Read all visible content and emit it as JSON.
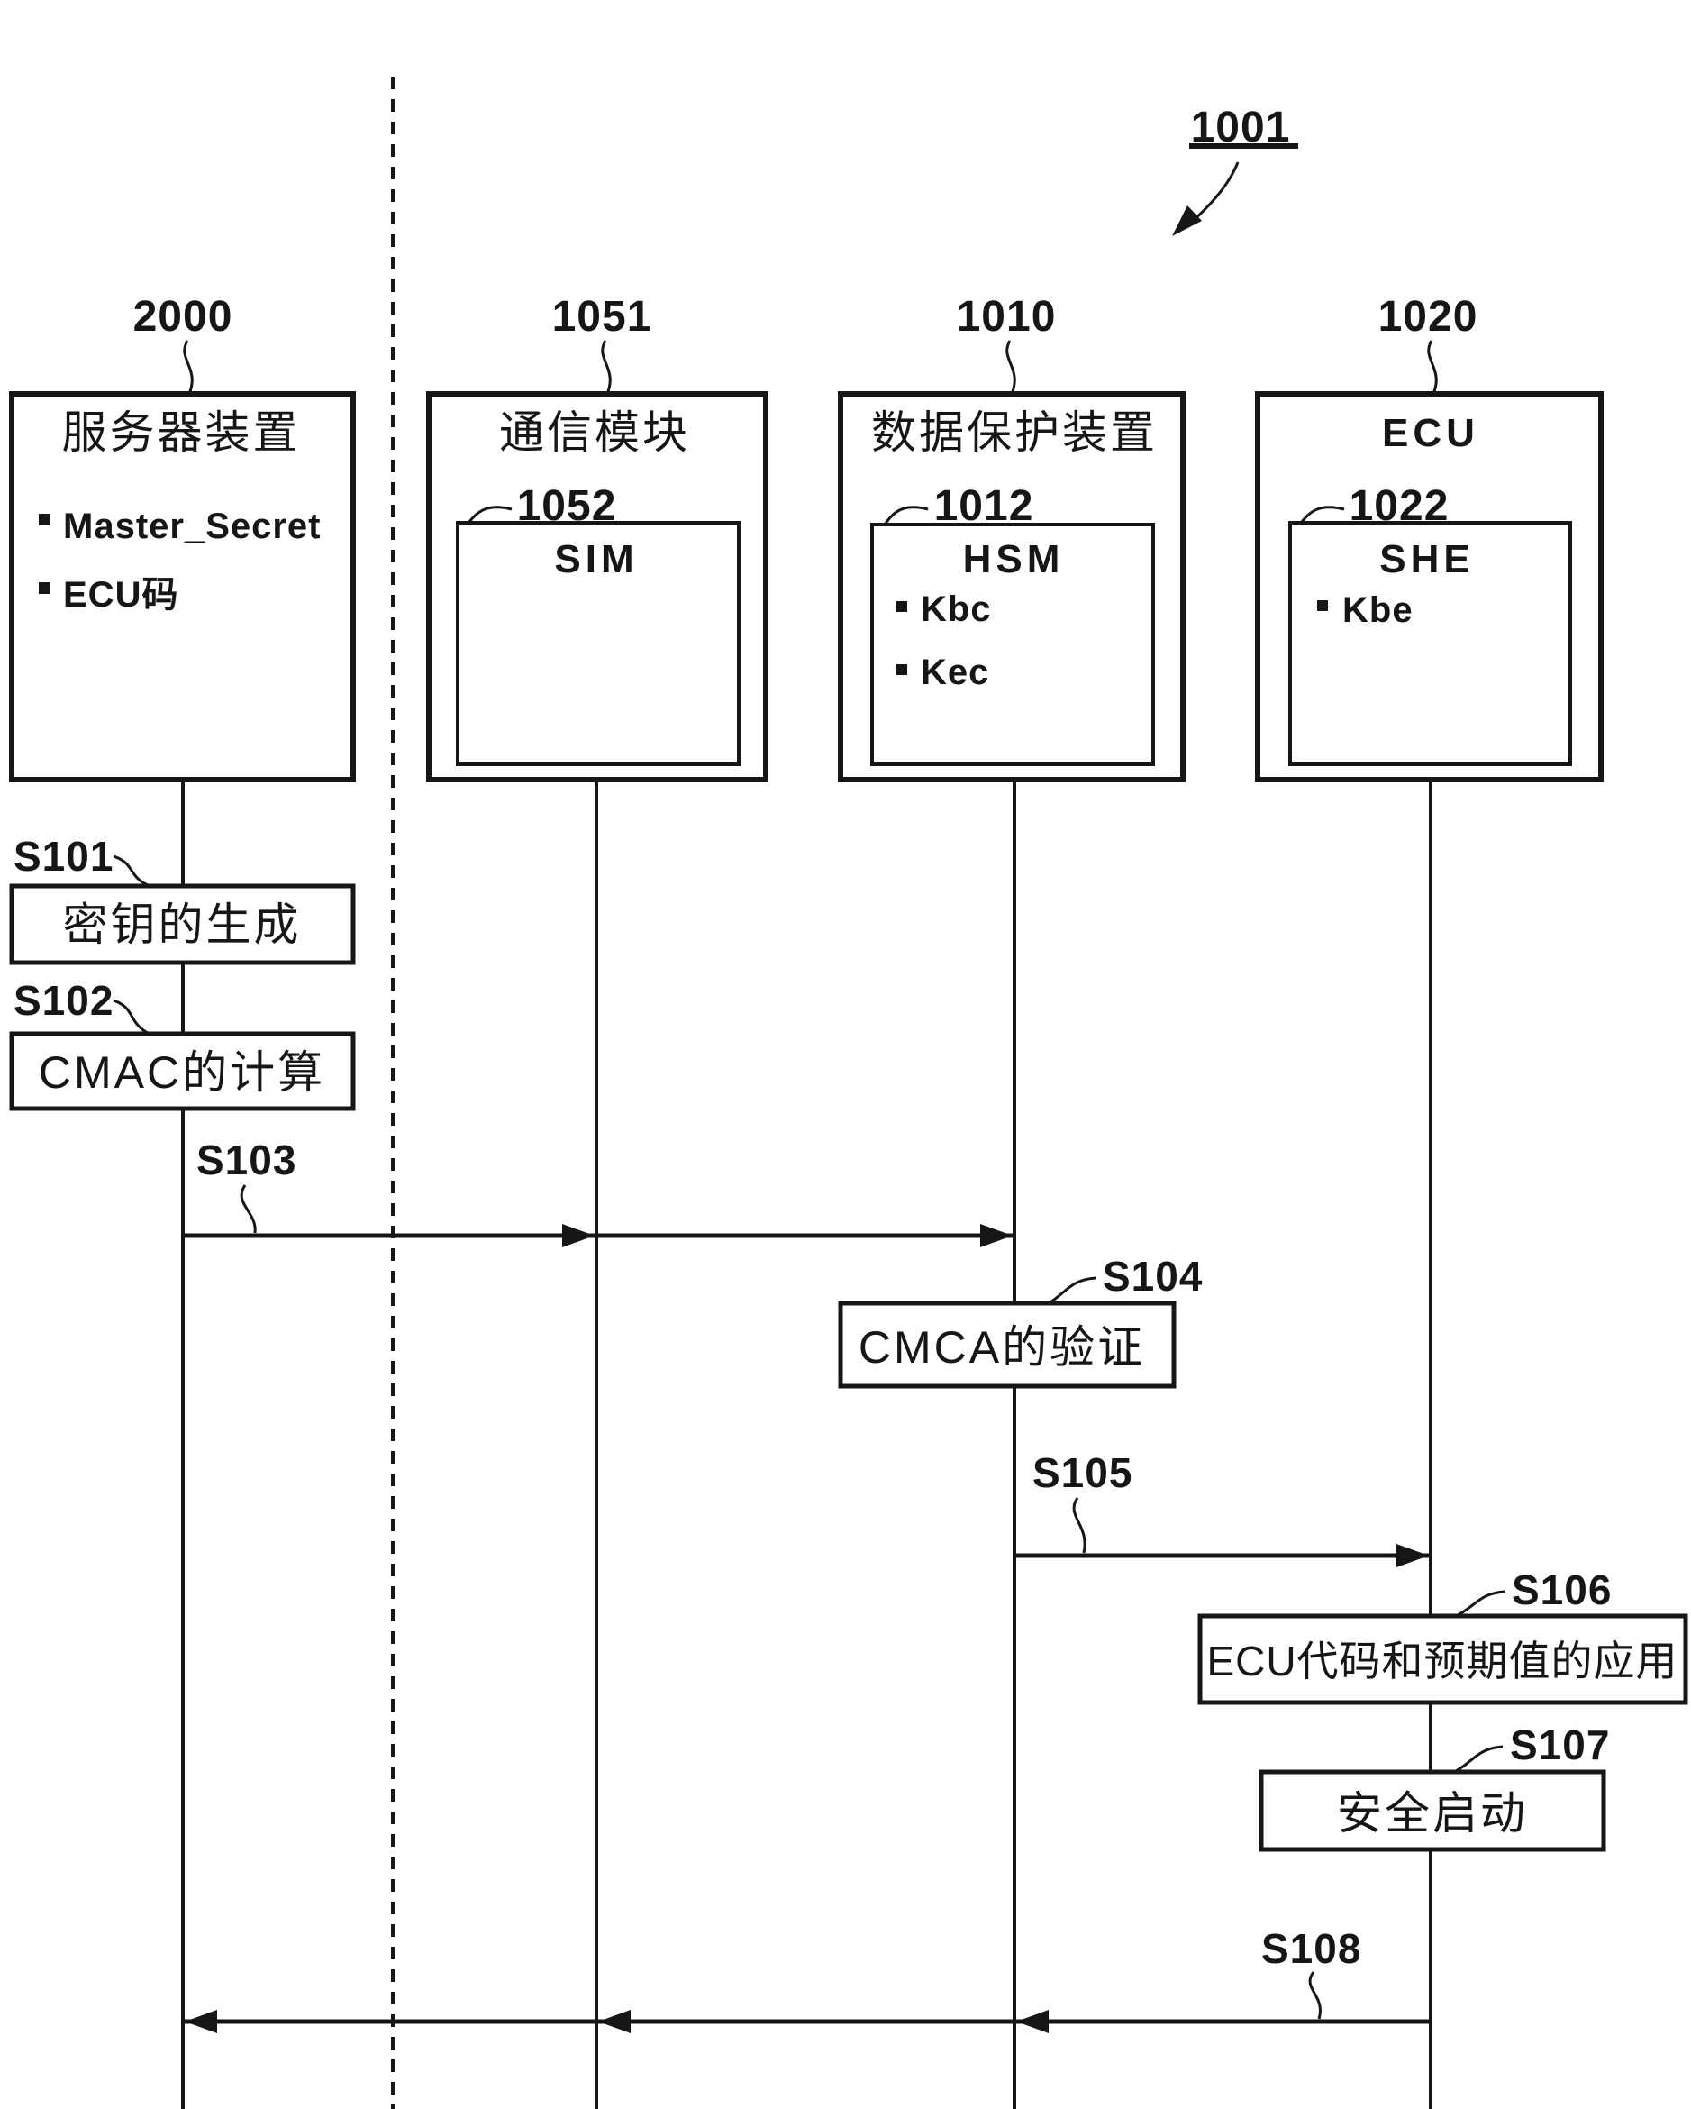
{
  "figure_label": "1001",
  "actors": [
    {
      "ref": "2000",
      "title": "服务器装置",
      "items": [
        "Master_Secret",
        "ECU码"
      ]
    },
    {
      "ref": "1051",
      "title": "通信模块",
      "module": {
        "ref": "1052",
        "name": "SIM",
        "items": []
      }
    },
    {
      "ref": "1010",
      "title": "数据保护装置",
      "module": {
        "ref": "1012",
        "name": "HSM",
        "items": [
          "Kbc",
          "Kec"
        ]
      }
    },
    {
      "ref": "1020",
      "title": "ECU",
      "module": {
        "ref": "1022",
        "name": "SHE",
        "items": [
          "Kbe"
        ]
      }
    }
  ],
  "steps": {
    "s101": {
      "label": "S101",
      "text": "密钥的生成"
    },
    "s102": {
      "label": "S102",
      "text": "CMAC的计算"
    },
    "s103": {
      "label": "S103"
    },
    "s104": {
      "label": "S104",
      "text": "CMCA的验证"
    },
    "s105": {
      "label": "S105"
    },
    "s106": {
      "label": "S106",
      "text": "ECU代码和预期值的应用"
    },
    "s107": {
      "label": "S107",
      "text": "安全启动"
    },
    "s108": {
      "label": "S108"
    }
  }
}
